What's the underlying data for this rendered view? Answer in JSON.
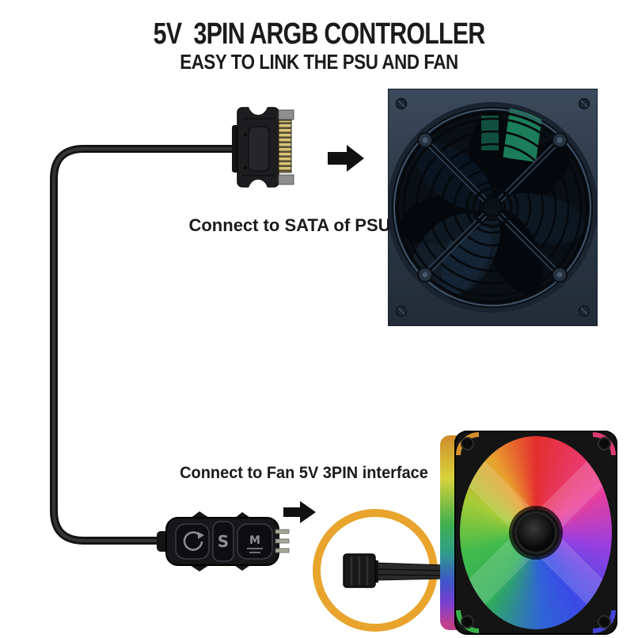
{
  "header": {
    "title": "5V  3PIN ARGB CONTROLLER",
    "subtitle": "EASY TO LINK THE PSU AND FAN"
  },
  "labels": {
    "psu": "Connect to SATA of PSU",
    "fan": "Connect to Fan 5V 3PIN interface"
  },
  "controller": {
    "speed_button_glyph": "S",
    "mode_button_glyph": "M"
  },
  "icons": {
    "arrow_to_psu": "right-arrow",
    "arrow_to_fan": "right-arrow",
    "cycle_button": "circular-arrow"
  },
  "colors": {
    "highlight_ring": "#E8A42C",
    "heading_text": "#1B1B1B",
    "cable": "#1A1A1A",
    "psu_body": "#2E3B4B",
    "fan_frame": "#141414",
    "sata_pins_gold": "#D6C477"
  }
}
